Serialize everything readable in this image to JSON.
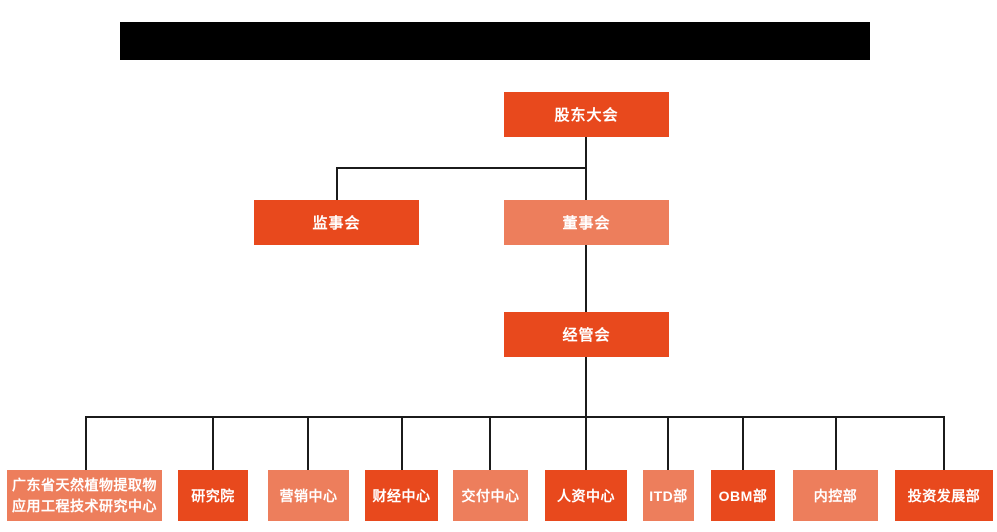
{
  "colors": {
    "black_bar": "#000000",
    "dark_orange": "#e8491d",
    "light_orange": "#ed7e5c",
    "connector": "#1b1b1b",
    "node_text": "#ffffff",
    "background": "#ffffff"
  },
  "org_chart": {
    "root": {
      "label": "股东大会",
      "variant": "dark"
    },
    "level2": [
      {
        "label": "监事会",
        "variant": "dark"
      },
      {
        "label": "董事会",
        "variant": "light"
      }
    ],
    "level3": {
      "label": "经管会",
      "variant": "dark"
    },
    "departments": [
      {
        "label": "广东省天然植物提取物应用工程技术研究中心",
        "variant": "light"
      },
      {
        "label": "研究院",
        "variant": "dark"
      },
      {
        "label": "营销中心",
        "variant": "light"
      },
      {
        "label": "财经中心",
        "variant": "dark"
      },
      {
        "label": "交付中心",
        "variant": "light"
      },
      {
        "label": "人资中心",
        "variant": "dark"
      },
      {
        "label": "ITD部",
        "variant": "light"
      },
      {
        "label": "OBM部",
        "variant": "dark"
      },
      {
        "label": "内控部",
        "variant": "light"
      },
      {
        "label": "投资发展部",
        "variant": "dark"
      }
    ]
  }
}
